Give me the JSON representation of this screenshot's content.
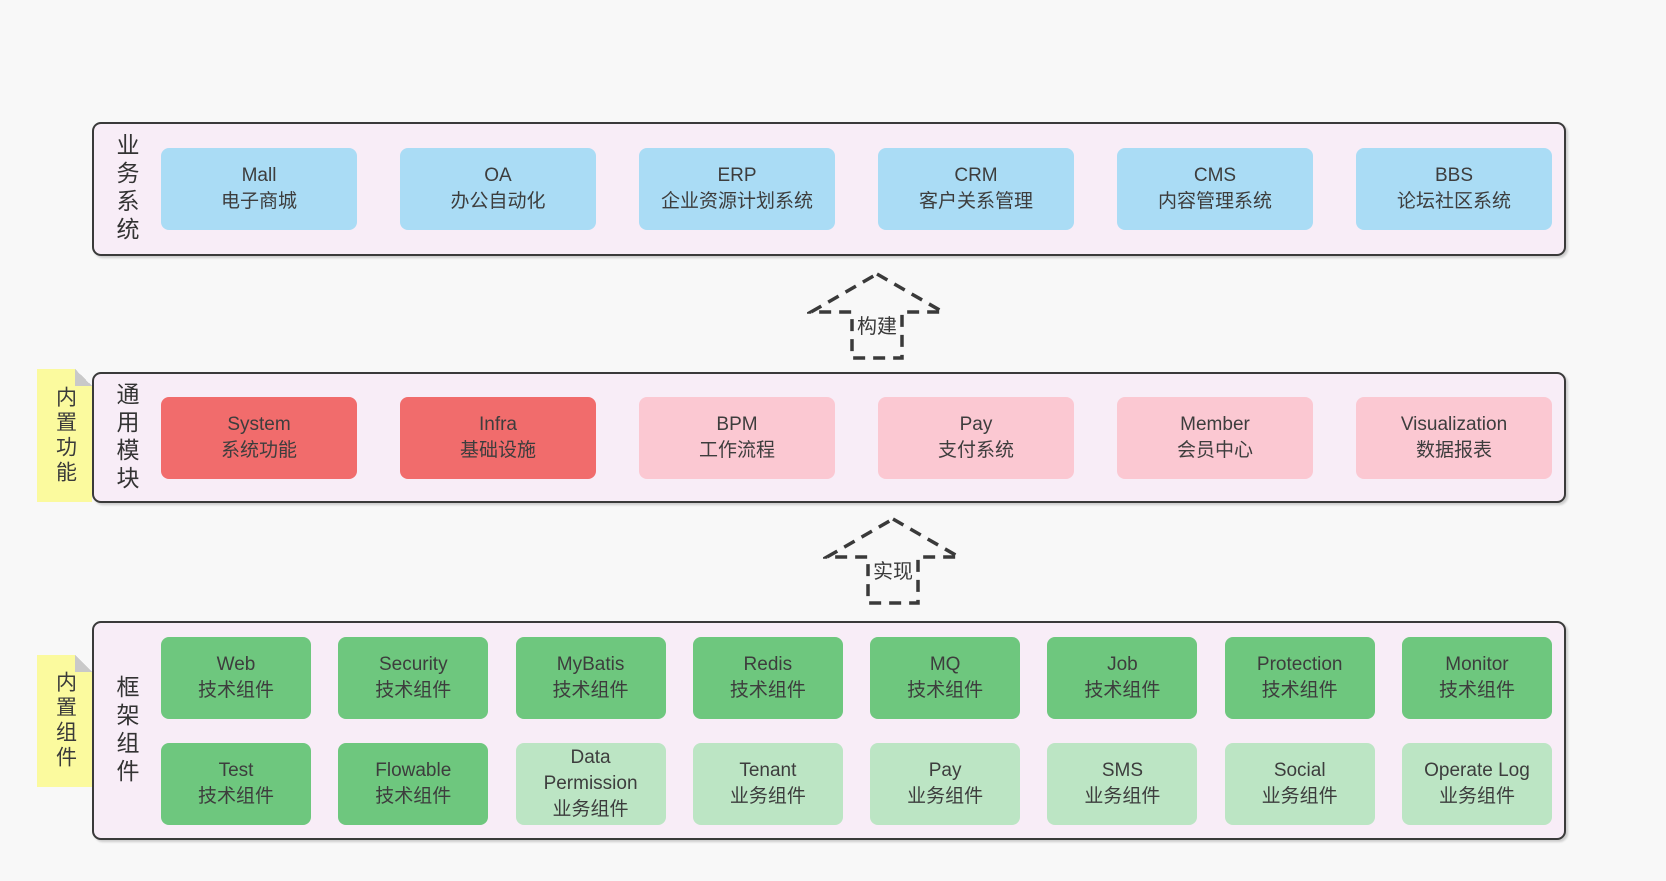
{
  "colors": {
    "page_bg": "#f8f8f8",
    "band_bg": "#f8edf7",
    "band_border": "#3a3a3a",
    "box_blue": "#aadcf5",
    "box_red": "#f16c6c",
    "box_pink": "#fbc8d2",
    "box_green": "#6ec77e",
    "box_light_green": "#bce5c4",
    "note_yellow": "#fbfa9e",
    "text": "#3d3d3d"
  },
  "arrows": [
    {
      "label": "构建"
    },
    {
      "label": "实现"
    }
  ],
  "bands": [
    {
      "label": "业务系统",
      "boxes": [
        {
          "name": "Mall",
          "desc": "电子商城"
        },
        {
          "name": "OA",
          "desc": "办公自动化"
        },
        {
          "name": "ERP",
          "desc": "企业资源计划系统"
        },
        {
          "name": "CRM",
          "desc": "客户关系管理"
        },
        {
          "name": "CMS",
          "desc": "内容管理系统"
        },
        {
          "name": "BBS",
          "desc": "论坛社区系统"
        }
      ]
    },
    {
      "label": "通用模块",
      "note": "内置功能",
      "boxes": [
        {
          "name": "System",
          "desc": "系统功能"
        },
        {
          "name": "Infra",
          "desc": "基础设施"
        },
        {
          "name": "BPM",
          "desc": "工作流程"
        },
        {
          "name": "Pay",
          "desc": "支付系统"
        },
        {
          "name": "Member",
          "desc": "会员中心"
        },
        {
          "name": "Visualization",
          "desc": "数据报表"
        }
      ]
    },
    {
      "label": "框架组件",
      "note": "内置组件",
      "rows": [
        [
          {
            "name": "Web",
            "desc": "技术组件"
          },
          {
            "name": "Security",
            "desc": "技术组件"
          },
          {
            "name": "MyBatis",
            "desc": "技术组件"
          },
          {
            "name": "Redis",
            "desc": "技术组件"
          },
          {
            "name": "MQ",
            "desc": "技术组件"
          },
          {
            "name": "Job",
            "desc": "技术组件"
          },
          {
            "name": "Protection",
            "desc": "技术组件"
          },
          {
            "name": "Monitor",
            "desc": "技术组件"
          }
        ],
        [
          {
            "name": "Test",
            "desc": "技术组件"
          },
          {
            "name": "Flowable",
            "desc": "技术组件"
          },
          {
            "name": "Data Permission",
            "desc": "业务组件"
          },
          {
            "name": "Tenant",
            "desc": "业务组件"
          },
          {
            "name": "Pay",
            "desc": "业务组件"
          },
          {
            "name": "SMS",
            "desc": "业务组件"
          },
          {
            "name": "Social",
            "desc": "业务组件"
          },
          {
            "name": "Operate Log",
            "desc": "业务组件"
          }
        ]
      ]
    }
  ]
}
